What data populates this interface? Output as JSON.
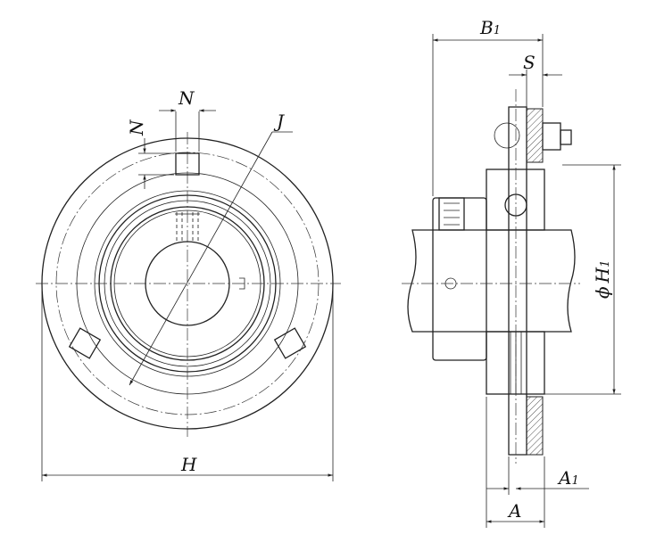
{
  "labels": {
    "B1": "B",
    "B1_sub": "1",
    "S": "S",
    "N_top": "N",
    "N_side": "N",
    "J": "J",
    "H": "H",
    "H1_prefix": "ϕ",
    "H1": "H",
    "H1_sub": "1",
    "A1": "A",
    "A1_sub": "1",
    "A": "A"
  }
}
